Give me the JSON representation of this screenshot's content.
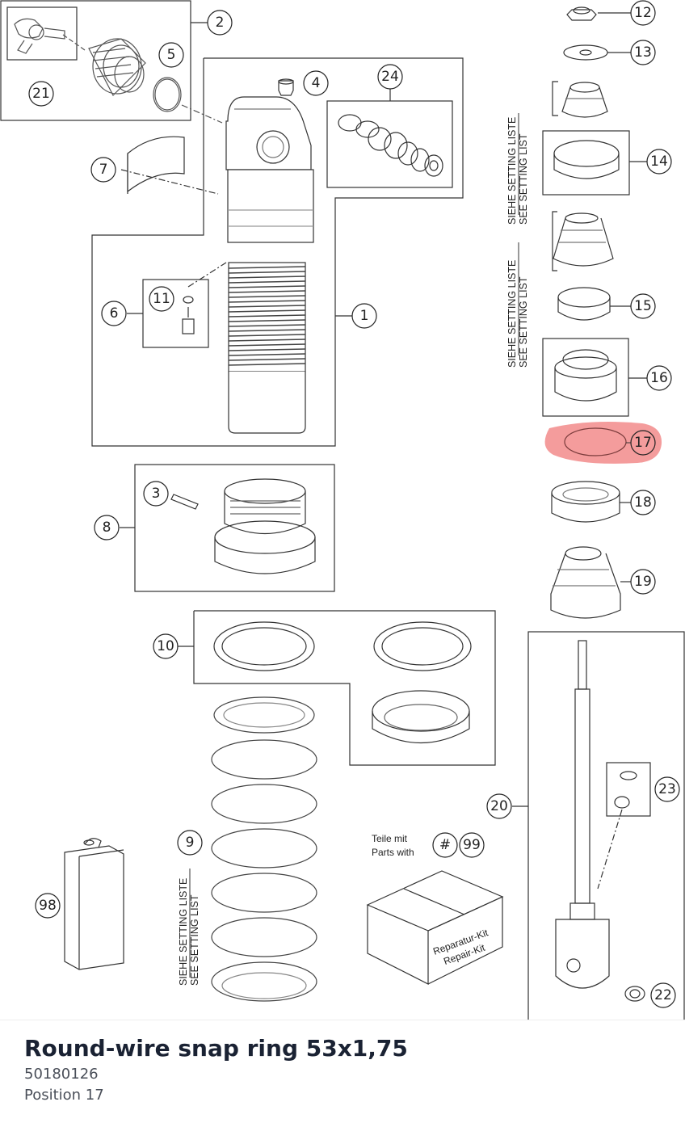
{
  "diagram": {
    "callouts": {
      "c1": "1",
      "c2": "2",
      "c3": "3",
      "c4": "4",
      "c5": "5",
      "c6": "6",
      "c7": "7",
      "c8": "8",
      "c9": "9",
      "c10": "10",
      "c11": "11",
      "c12": "12",
      "c13": "13",
      "c14": "14",
      "c15": "15",
      "c16": "16",
      "c17": "17",
      "c18": "18",
      "c19": "19",
      "c20": "20",
      "c21": "21",
      "c22": "22",
      "c23": "23",
      "c24": "24",
      "c98": "98",
      "c99": "99",
      "hash": "#"
    },
    "setting_list_de": "SIEHE SETTING LISTE",
    "setting_list_en": "SEE SETTING LIST",
    "kit_note_de": "Teile mit",
    "kit_note_en": "Parts with",
    "kit_box_de": "Reparatur-Kit",
    "kit_box_en": "Repair-Kit",
    "highlight_color": "#f28b8b"
  },
  "part": {
    "name": "Round-wire snap ring 53x1,75",
    "number": "50180126",
    "position": "Position 17"
  }
}
